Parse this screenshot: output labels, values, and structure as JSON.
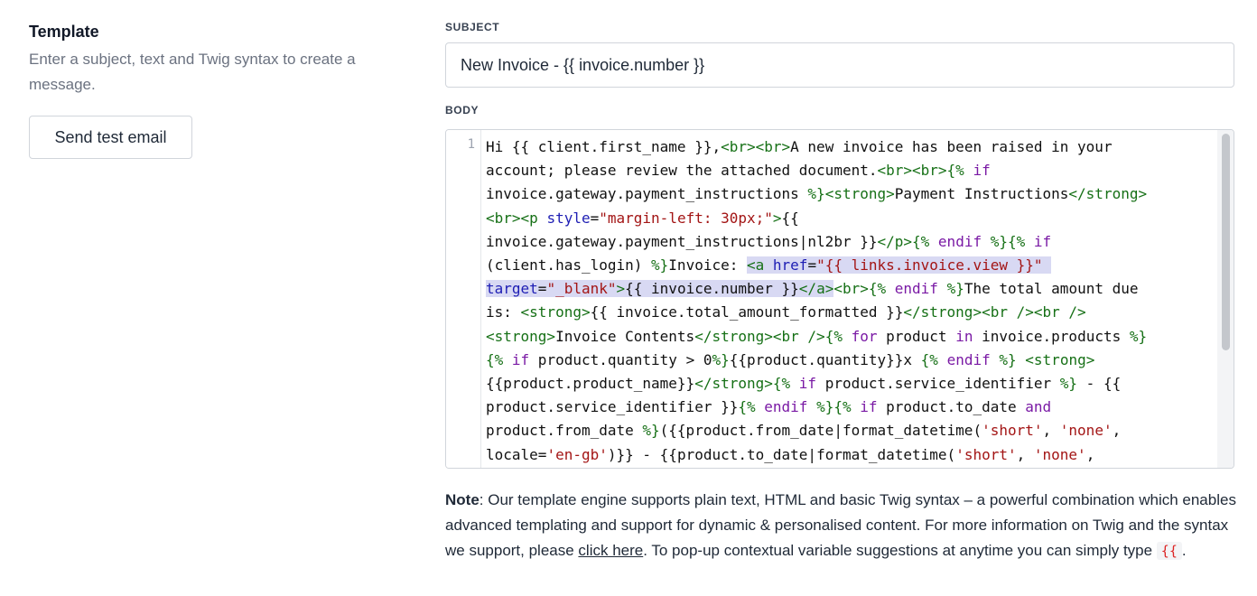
{
  "template_section": {
    "title": "Template",
    "description": "Enter a subject, text and Twig syntax to create a message.",
    "send_test_label": "Send test email"
  },
  "subject": {
    "label": "SUBJECT",
    "value": "New Invoice - {{ invoice.number }}"
  },
  "body": {
    "label": "BODY",
    "line_number": "1"
  },
  "note": {
    "prefix": "Note",
    "text1": ": Our template engine supports plain text, HTML and basic Twig syntax – a powerful combination which enables advanced templating and support for dynamic & personalised content. For more information on Twig and the syntax we support, please ",
    "link": "click here",
    "text2": ". To pop-up contextual variable suggestions at anytime you can simply type ",
    "code": "{{",
    "text3": "."
  }
}
